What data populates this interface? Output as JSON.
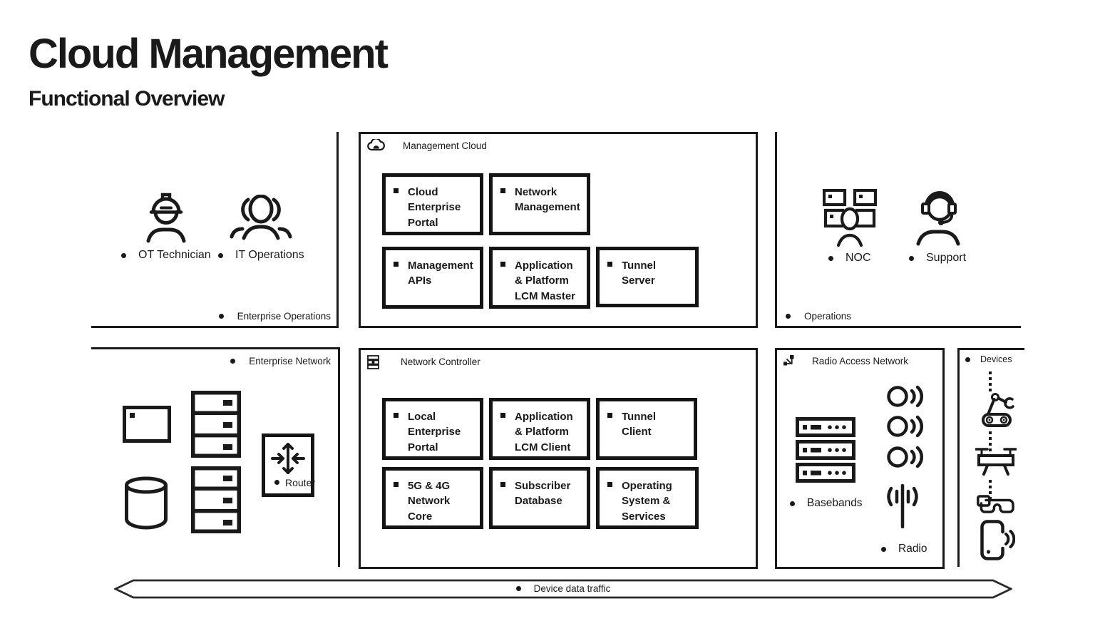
{
  "page": {
    "title": "Cloud Management",
    "subtitle": "Functional Overview"
  },
  "colors": {
    "ink": "#1a1a1a",
    "background": "#ffffff"
  },
  "enterprise_operations": {
    "label": "Enterprise Operations",
    "actors": [
      {
        "label": "OT Technician"
      },
      {
        "label": "IT Operations"
      }
    ]
  },
  "management_cloud": {
    "label": "Management Cloud",
    "boxes": [
      {
        "label": "Cloud Enterprise Portal"
      },
      {
        "label": "Network Management"
      },
      {
        "label": "Management APIs"
      },
      {
        "label": "Application & Platform LCM Master"
      },
      {
        "label": "Tunnel Server"
      }
    ]
  },
  "operations": {
    "label": "Operations",
    "actors": [
      {
        "label": "NOC"
      },
      {
        "label": "Support"
      }
    ]
  },
  "enterprise_network": {
    "label": "Enterprise Network",
    "router_label": "Router"
  },
  "network_controller": {
    "label": "Network Controller",
    "boxes": [
      {
        "label": "Local Enterprise Portal"
      },
      {
        "label": "Application & Platform LCM Client"
      },
      {
        "label": "Tunnel Client"
      },
      {
        "label": "5G & 4G Network Core"
      },
      {
        "label": "Subscriber Database"
      },
      {
        "label": "Operating System & Services"
      }
    ]
  },
  "radio_access_network": {
    "label": "Radio Access Network",
    "basebands_label": "Basebands",
    "radio_label": "Radio"
  },
  "devices": {
    "label": "Devices"
  },
  "traffic_arrow": {
    "label": "Device data traffic"
  }
}
